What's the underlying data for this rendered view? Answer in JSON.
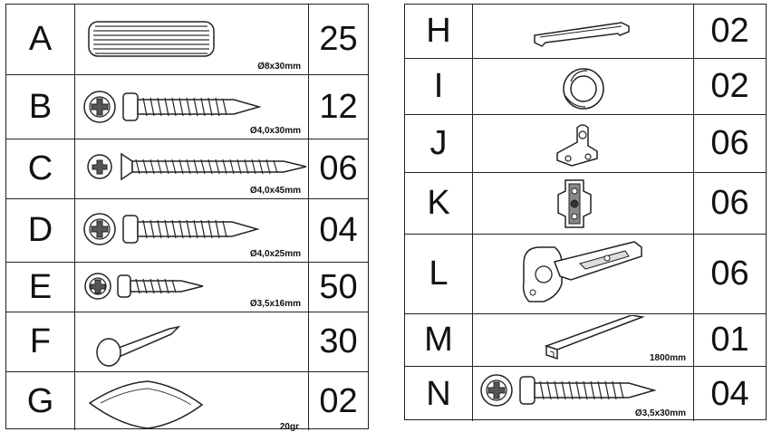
{
  "left_table": {
    "rows": [
      {
        "letter": "A",
        "qty": "25",
        "spec": "Ø8x30mm",
        "icon": "wood-dowel-icon"
      },
      {
        "letter": "B",
        "qty": "12",
        "spec": "Ø4,0x30mm",
        "icon": "pan-head-screw-icon"
      },
      {
        "letter": "C",
        "qty": "06",
        "spec": "Ø4,0x45mm",
        "icon": "countersunk-screw-icon"
      },
      {
        "letter": "D",
        "qty": "04",
        "spec": "Ø4,0x25mm",
        "icon": "pan-head-screw-icon"
      },
      {
        "letter": "E",
        "qty": "50",
        "spec": "Ø3,5x16mm",
        "icon": "short-screw-icon"
      },
      {
        "letter": "F",
        "qty": "30",
        "spec": "",
        "icon": "nail-icon"
      },
      {
        "letter": "G",
        "qty": "02",
        "spec": "20gr",
        "icon": "glue-sachet-icon"
      }
    ]
  },
  "right_table": {
    "rows": [
      {
        "letter": "H",
        "qty": "02",
        "spec": "",
        "icon": "handle-icon"
      },
      {
        "letter": "I",
        "qty": "02",
        "spec": "",
        "icon": "rail-support-icon"
      },
      {
        "letter": "J",
        "qty": "06",
        "spec": "",
        "icon": "shelf-support-icon"
      },
      {
        "letter": "K",
        "qty": "06",
        "spec": "",
        "icon": "hinge-plate-icon"
      },
      {
        "letter": "L",
        "qty": "06",
        "spec": "",
        "icon": "cabinet-hinge-icon"
      },
      {
        "letter": "M",
        "qty": "01",
        "spec": "1800mm",
        "icon": "profile-rail-icon"
      },
      {
        "letter": "N",
        "qty": "04",
        "spec": "Ø3,5x30mm",
        "icon": "pan-head-screw-icon"
      }
    ]
  }
}
